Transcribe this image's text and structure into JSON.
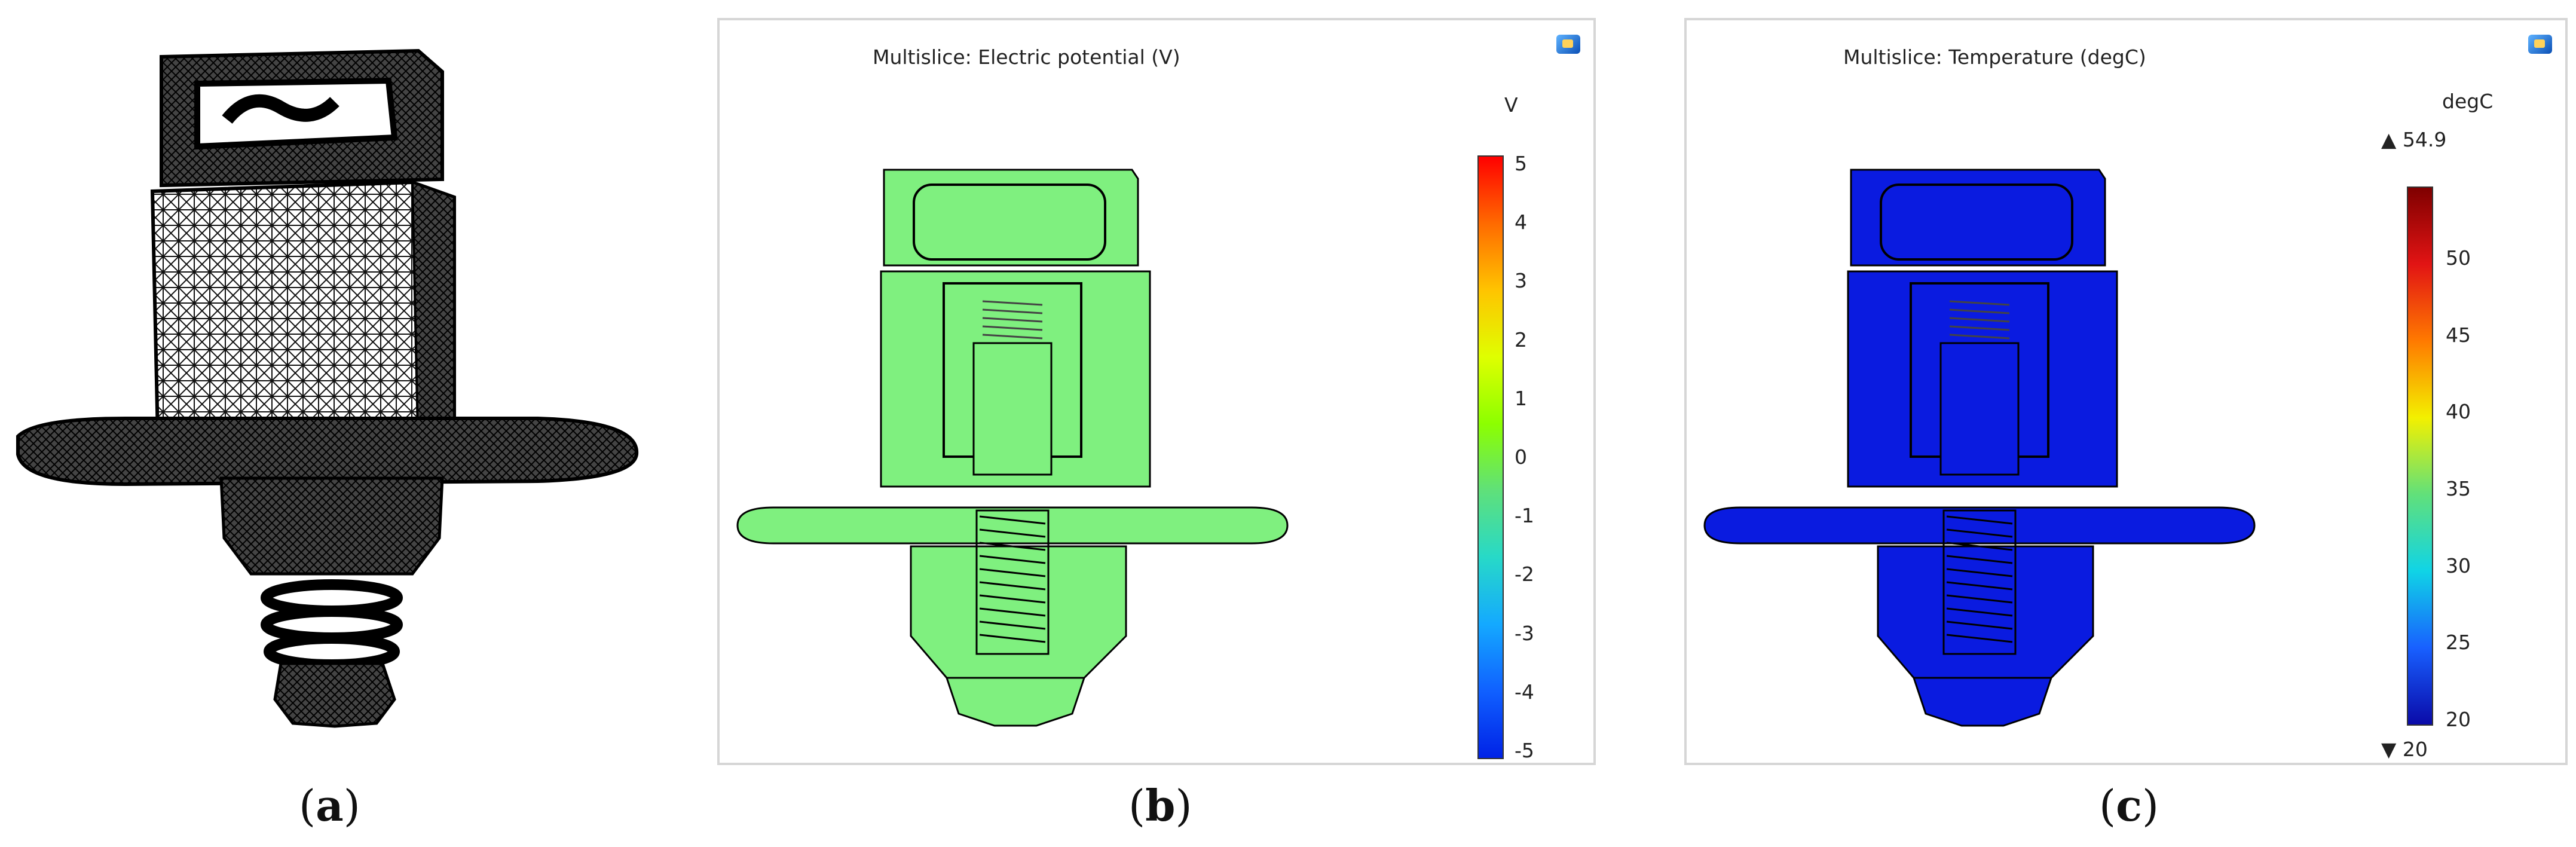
{
  "panels": [
    {
      "id": "a",
      "caption": "a"
    },
    {
      "id": "b",
      "caption": "b",
      "title": "Multislice: Electric potential (V)",
      "unit": "V",
      "ticks": [
        "5",
        "4",
        "3",
        "2",
        "1",
        "0",
        "-1",
        "-2",
        "-3",
        "-4",
        "-5"
      ],
      "colors": [
        "#ff0000",
        "#ff6a00",
        "#ffc400",
        "#dfff00",
        "#8cff00",
        "#5fe07a",
        "#27d9c8",
        "#14a9ff",
        "#1060ff",
        "#0022e6"
      ],
      "fill_color": "#7ff07f"
    },
    {
      "id": "c",
      "caption": "c",
      "title": "Multislice: Temperature (degC)",
      "unit": "degC",
      "max_marker": "▲ 54.9",
      "min_marker": "▼ 20",
      "ticks": [
        "50",
        "45",
        "40",
        "35",
        "30",
        "25",
        "20"
      ],
      "colors": [
        "#7f0000",
        "#e21414",
        "#ff7a00",
        "#f3f000",
        "#61e07a",
        "#10d4e6",
        "#1860ff",
        "#0a0aa8"
      ],
      "fill_color": "#0a1be0"
    }
  ]
}
